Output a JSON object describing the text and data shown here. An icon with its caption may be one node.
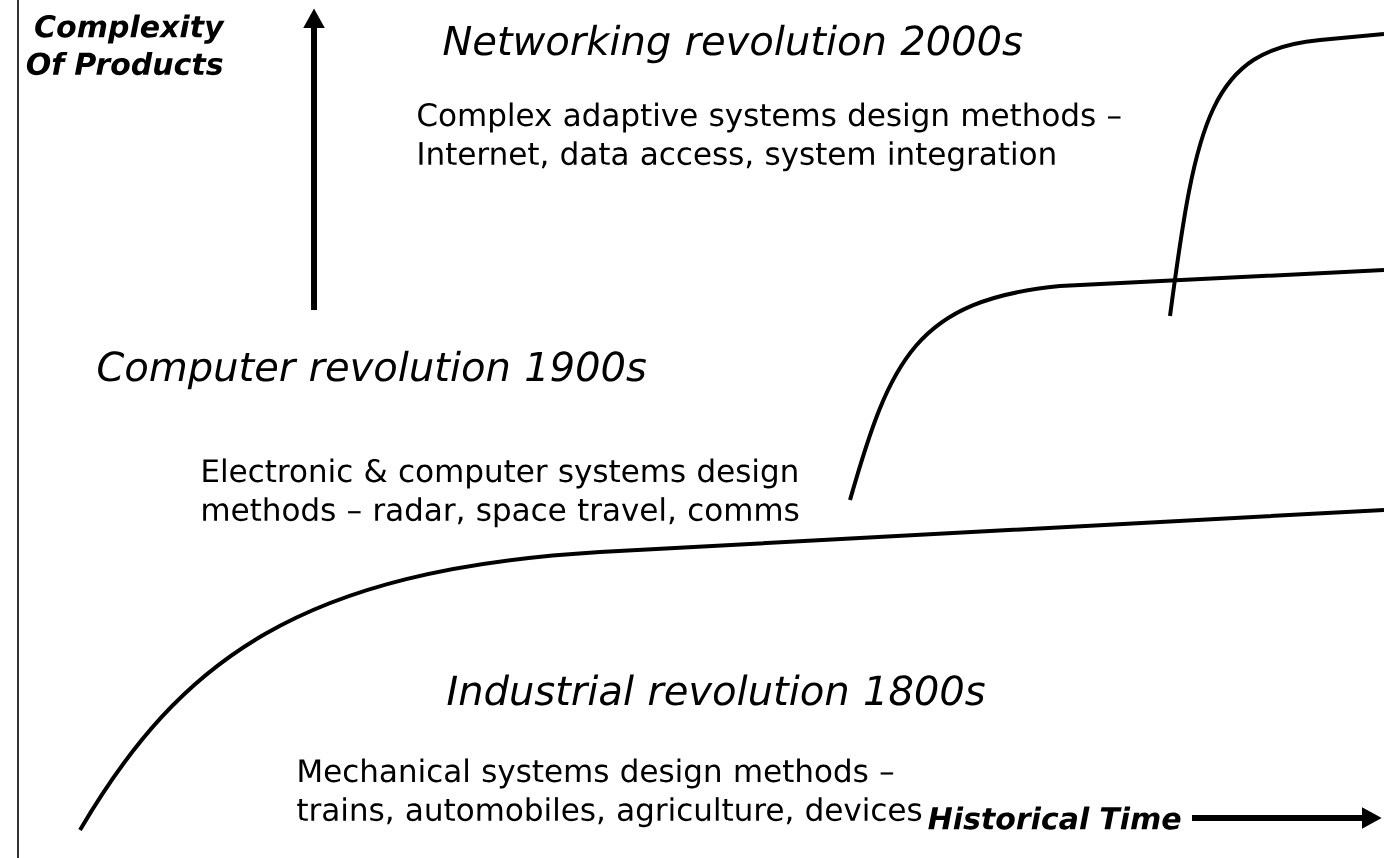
{
  "diagram": {
    "labels": [
      "Complexity Of Products",
      "Networking revolution 2000s",
      "Complex adaptive systems design methods – Internet, data access, system integration",
      "Computer revolution 1900s",
      "Electronic & computer systems design methods – radar, space travel, comms",
      "Industrial revolution 1800s",
      "Mechanical systems design methods – trains, automobiles, agriculture, devices",
      "Historical Time"
    ]
  }
}
